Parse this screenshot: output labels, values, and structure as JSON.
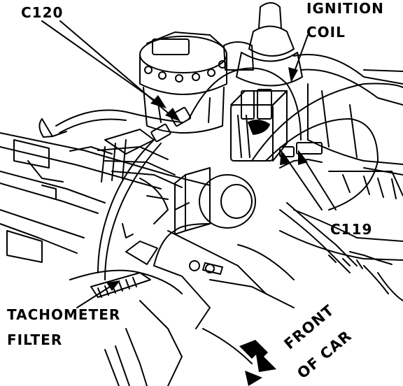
{
  "labels": {
    "c120": "C120",
    "ignition": "IGNITION",
    "coil": "COIL",
    "c119": "C119",
    "tach_line1": "TACHOMETER",
    "tach_line2": "FILTER",
    "front_line1": "FRONT",
    "front_line2": "OF CAR"
  },
  "colors": {
    "ink": "#000000",
    "paper": "#ffffff"
  }
}
